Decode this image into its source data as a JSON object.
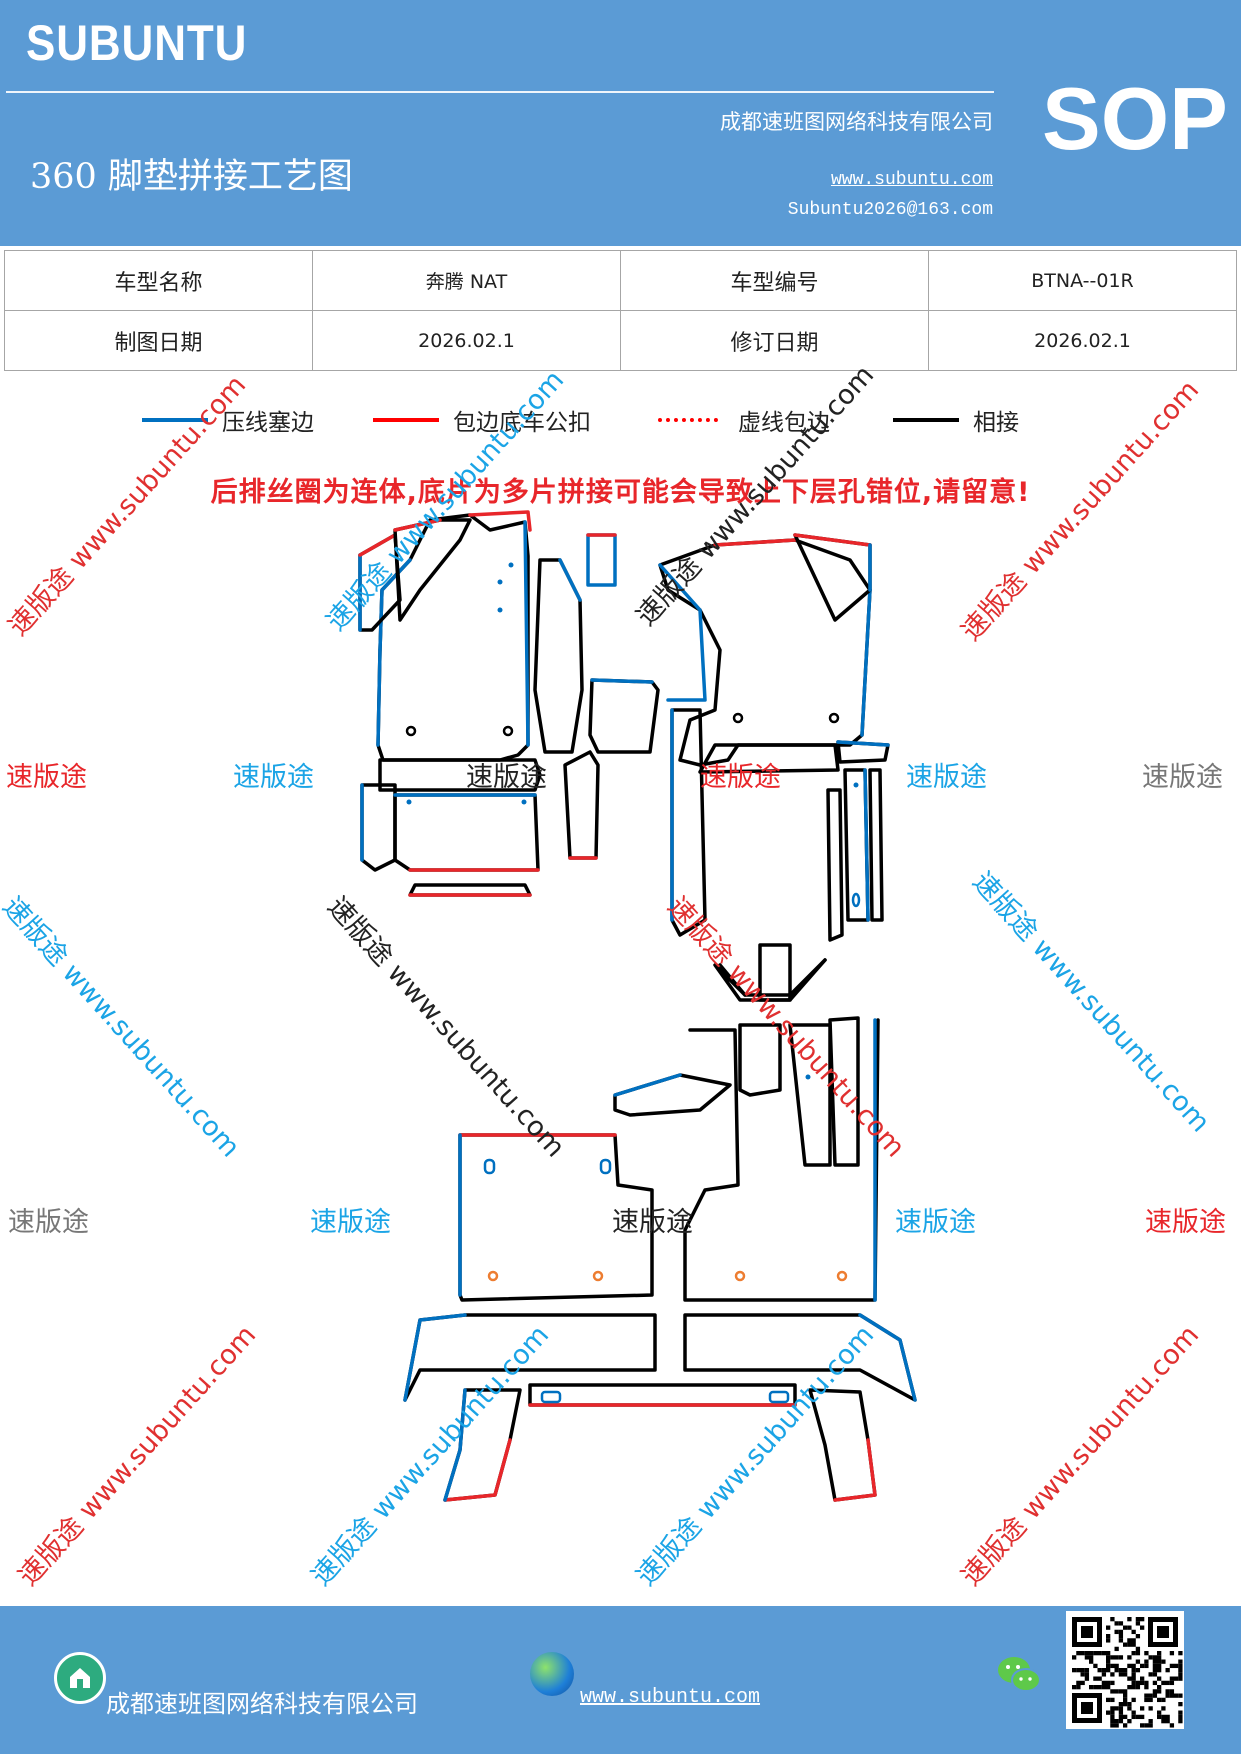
{
  "header": {
    "brand": "SUBUNTU",
    "company": "成都速班图网络科技有限公司",
    "title": "360 脚垫拼接工艺图",
    "website": "www.subuntu.com",
    "email": "Subuntu2026@163.com",
    "sop": "SOP"
  },
  "info_table": {
    "rows": [
      [
        "车型名称",
        "奔腾 NAT",
        "车型编号",
        "BTNA--01R"
      ],
      [
        "制图日期",
        "2026.02.1",
        "修订日期",
        "2026.02.1"
      ]
    ]
  },
  "legend": [
    {
      "label": "压线塞边",
      "color": "#0070c0",
      "style": "solid"
    },
    {
      "label": "包边底车公扣",
      "color": "#ff0000",
      "style": "solid"
    },
    {
      "label": "虚线包边",
      "color": "#ff0000",
      "style": "dotted"
    },
    {
      "label": "相接",
      "color": "#000000",
      "style": "solid"
    }
  ],
  "warning": "后排丝圈为连体,底片为多片拼接可能会导致上下层孔错位,请留意!",
  "watermarks": {
    "text": "速版途",
    "diagonal": "速版途 www.subuntu.com"
  },
  "footer": {
    "company": "成都速班图网络科技有限公司",
    "website": "www.subuntu.com"
  },
  "icons": [
    "home-badge-icon",
    "globe-icon",
    "wechat-icon",
    "qr-code"
  ]
}
